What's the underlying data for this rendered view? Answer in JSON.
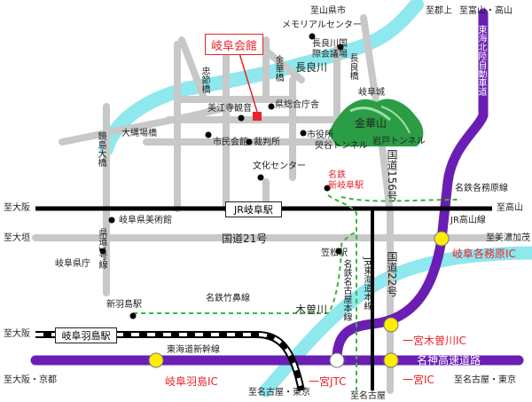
{
  "venue": "岐阜会館",
  "colors": {
    "river": "#8ee8ee",
    "road": "#c8c8c8",
    "expressway": "#6a1eb4",
    "rail": "#000000",
    "meitetsu": "#38b838",
    "accent": "#e8252a",
    "interchange": "#ffee00"
  },
  "rivers": {
    "nagara": "長良川",
    "kiso": "木曽川"
  },
  "rail": {
    "jr_gifu": "JR岐阜駅",
    "meitetsu_gifu": "名鉄\n新岐阜駅",
    "gifu_hashima": "岐阜羽島駅",
    "shin_hashima": "新羽島駅",
    "kasamatsu": "笠松駅",
    "takayama_line": "JR高山線",
    "kakamigahara_line": "名鉄各務原線",
    "takehana_line": "名鉄竹鼻線",
    "shinkansen": "東海道新幹線",
    "nagoya_main": "名鉄名古屋本線",
    "tokaido_main": "JR東海道本線"
  },
  "roads": {
    "kokudo21": "国道21号",
    "kokudo156": "国道156号",
    "kokudo22": "国道22号",
    "kendo1": "県道1号線",
    "tokai_hokuriku": "東海北陸自動車道",
    "meishin": "名神高速道路"
  },
  "interchanges": {
    "kakamigahara": "岐阜各務原IC",
    "gifu_hashima": "岐阜羽島IC",
    "ichinomiya_jct": "一宮JTC",
    "ichinomiya": "一宮IC",
    "ichinomiya_kisogawa": "一宮木曽川IC"
  },
  "bridges": {
    "kinka": "金華橋",
    "chukai": "忠節橋",
    "nagara": "長良橋",
    "okyouso": "大縄場橋",
    "sensho": "鏡島大橋"
  },
  "places": {
    "memorial": "メモリアルセンター",
    "nagaragawa_kokusai": "長良川国際会議場",
    "mie_kannon": "美江寺観音",
    "kencho_sogo": "県総合庁舎",
    "shimin_kaikan": "市民会館",
    "saibansho": "裁判所",
    "shiyakusho": "市役所",
    "bunka_center": "文化センター",
    "kenritsu_bijutsukan": "岐阜県美術館",
    "kencho": "岐阜県庁",
    "gifu_castle": "岐阜城",
    "kinkazan": "金華山",
    "zuiryu_tunnel": "熒谷トンネル",
    "iwato_tunnel": "岩戸トンネル",
    "kasamatsu_place": "笠松駅"
  },
  "directions": {
    "yamagata": "至山県市",
    "gujo": "至郡上",
    "toyama": "至富山・高山",
    "osaka1": "至大阪",
    "osaka2": "至大垣",
    "osaka3": "至大阪",
    "osaka_kyoto": "至大阪・京都",
    "takayama": "至高山",
    "mino_kamo": "至美濃加茂",
    "nagoya_tokyo1": "至名古屋・東京",
    "nagoya": "至名古屋",
    "nagoya_tokyo2": "至名古屋・東京"
  }
}
